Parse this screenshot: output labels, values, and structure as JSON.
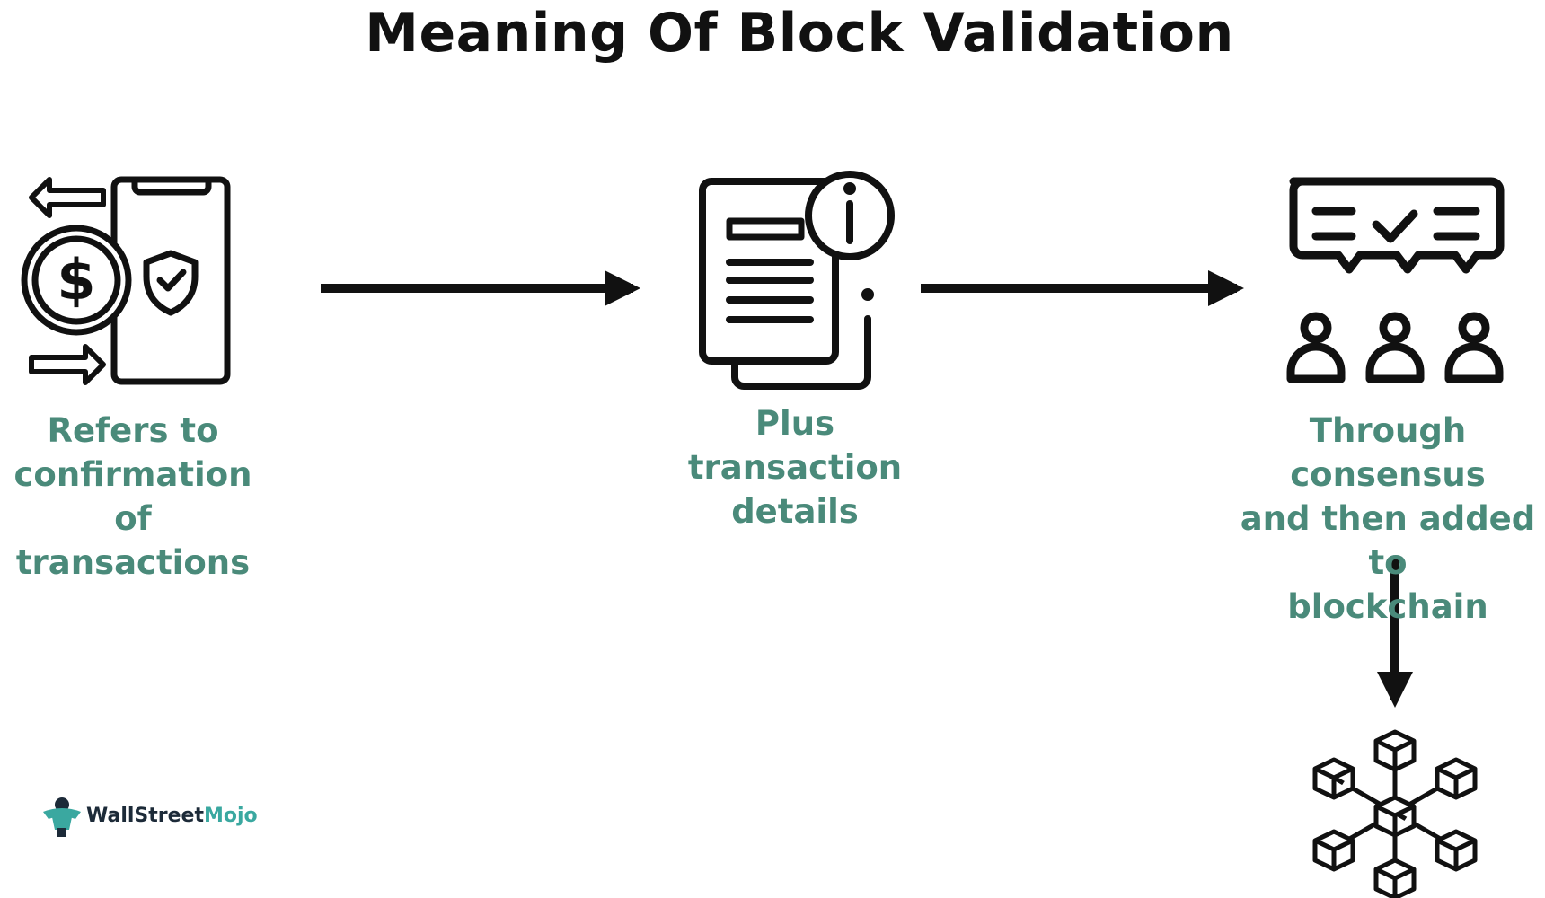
{
  "title": "Meaning Of Block Validation",
  "steps": [
    {
      "label": "Refers to\nconfirmation of\ntransactions",
      "icon": "mobile-payment-shield-icon"
    },
    {
      "label": "Plus transaction\ndetails",
      "icon": "document-info-icon"
    },
    {
      "label": "Through consensus\nand then added to\nblockchain",
      "icon": "consensus-group-icon"
    },
    {
      "label": "",
      "icon": "blockchain-network-icon"
    }
  ],
  "logo": {
    "text_main": "WallStreet",
    "text_accent": "Mojo"
  },
  "colors": {
    "label": "#4a8a7a",
    "stroke": "#111111",
    "logo_accent": "#3aa8a0"
  }
}
